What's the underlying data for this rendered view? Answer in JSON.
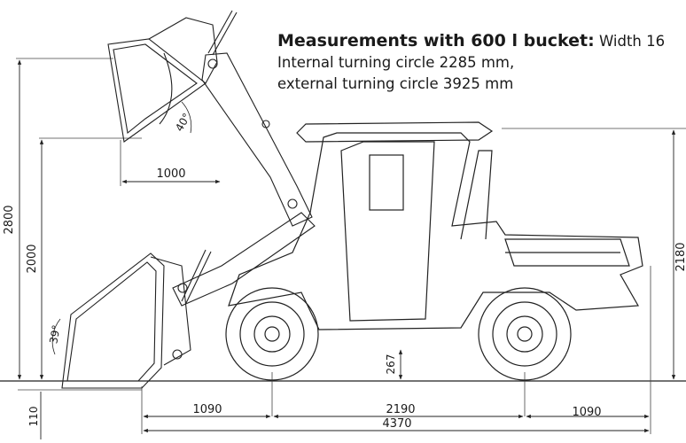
{
  "caption": {
    "heading": "Measurements with 600 l bucket:",
    "heading_rest": " Width 16",
    "line2": "Internal turning circle 2285 mm,",
    "line3": "external turning circle 3925 mm"
  },
  "dimensions": {
    "max_height": "2800",
    "dump_height": "2000",
    "reach": "1000",
    "dump_angle": "40°",
    "rollback_angle": "39°",
    "cab_height": "2180",
    "ground_clearance": "267",
    "dig_depth": "110",
    "front_overhang": "1090",
    "wheelbase": "2190",
    "rear_overhang": "1090",
    "total_length": "4370"
  }
}
